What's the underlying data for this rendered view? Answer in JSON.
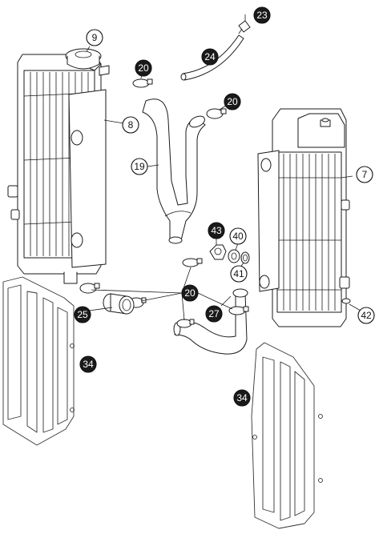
{
  "callouts": {
    "c9": "9",
    "c23": "23",
    "c24": "24",
    "c20a": "20",
    "c20b": "20",
    "c20c": "20",
    "c8": "8",
    "c19": "19",
    "c7": "7",
    "c43": "43",
    "c40": "40",
    "c41": "41",
    "c25": "25",
    "c27": "27",
    "c42": "42",
    "c34a": "34",
    "c34b": "34"
  },
  "colors": {
    "line": "#1a1a1a",
    "background": "#ffffff"
  }
}
